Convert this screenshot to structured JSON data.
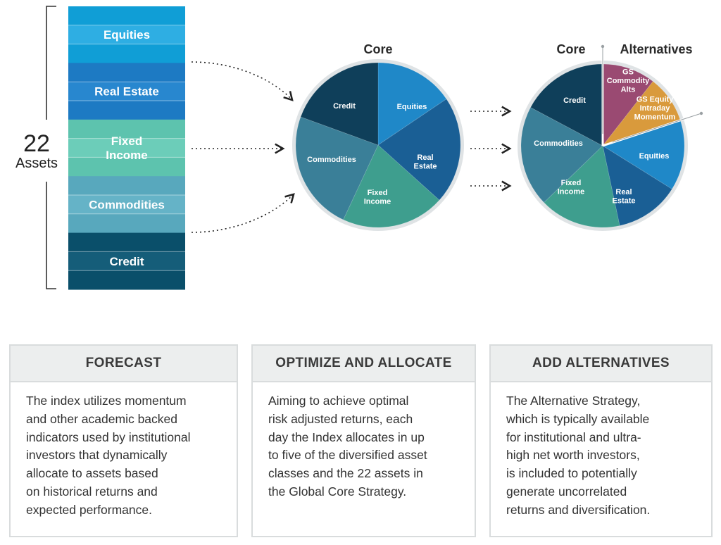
{
  "assets_block": {
    "count": "22",
    "count_label": "Assets",
    "classes": [
      {
        "label": "Equities",
        "color": "#109ed6",
        "alt_color": "#2eaee3"
      },
      {
        "label": "Real Estate",
        "color": "#1d7ac3",
        "alt_color": "#2887cf"
      },
      {
        "label": "Fixed\nIncome",
        "color": "#5dc3ae",
        "alt_color": "#6ccdb9"
      },
      {
        "label": "Commodities",
        "color": "#58a8bd",
        "alt_color": "#65b3c7"
      },
      {
        "label": "Credit",
        "color": "#0a4f6a",
        "alt_color": "#155d79"
      }
    ]
  },
  "core_pie": {
    "title": "Core",
    "slices": [
      {
        "label": "Equities",
        "color": "#1f88c8"
      },
      {
        "label": "Real\nEstate",
        "color": "#1a5f95"
      },
      {
        "label": "Fixed\nIncome",
        "color": "#3e9e8e"
      },
      {
        "label": "Commodities",
        "color": "#3a7f98"
      },
      {
        "label": "Credit",
        "color": "#0f3f5a"
      }
    ]
  },
  "alt_pie": {
    "title_core": "Core",
    "title_alternatives": "Alternatives",
    "slices": [
      {
        "label": "GS\nCommodity\nAlts",
        "color": "#9a4a72"
      },
      {
        "label": "GS Equity\nIntraday\nMomentum",
        "color": "#d99a3c"
      },
      {
        "label": "Equities",
        "color": "#1f88c8"
      },
      {
        "label": "Real\nEstate",
        "color": "#1a5f95"
      },
      {
        "label": "Fixed\nIncome",
        "color": "#3e9e8e"
      },
      {
        "label": "Commodities",
        "color": "#3a7f98"
      },
      {
        "label": "Credit",
        "color": "#0f3f5a"
      }
    ]
  },
  "cards": [
    {
      "title": "FORECAST",
      "body": "The index utilizes momentum\nand other academic backed\nindicators used by institutional\ninvestors that dynamically\nallocate to assets based\non historical returns and\nexpected performance."
    },
    {
      "title": "OPTIMIZE AND ALLOCATE",
      "body": "Aiming to achieve optimal\nrisk adjusted returns, each\nday the Index allocates in up\nto five of the diversified asset\nclasses and the 22 assets in\nthe Global Core Strategy."
    },
    {
      "title": "ADD ALTERNATIVES",
      "body": "The Alternative Strategy,\nwhich is typically available\nfor institutional and ultra-\nhigh net worth investors,\nis included to potentially\ngenerate uncorrelated\nreturns and diversification."
    }
  ]
}
